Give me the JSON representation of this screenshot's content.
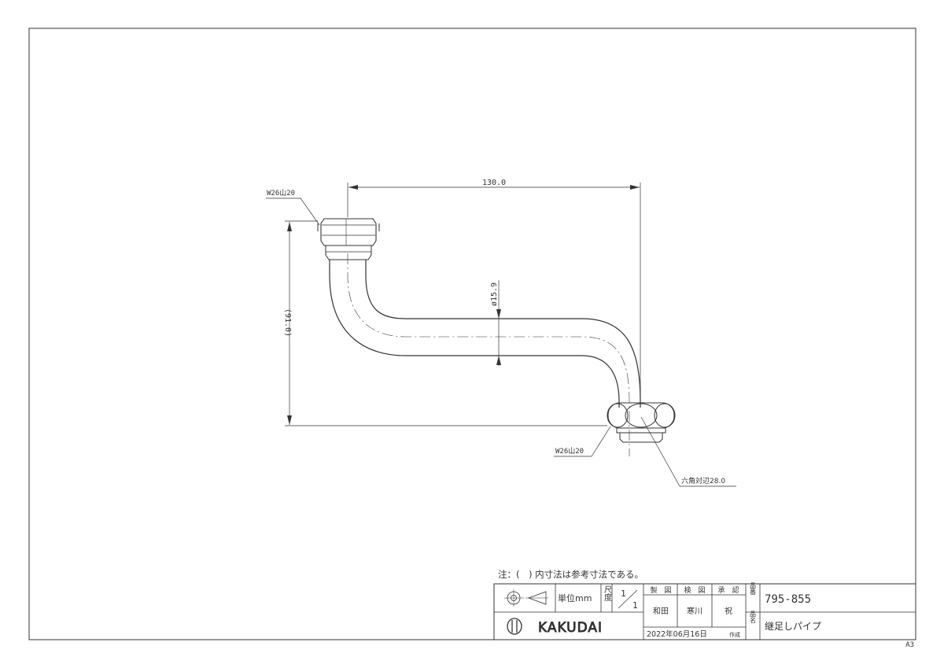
{
  "drawing": {
    "dimensions": {
      "length": "130.0",
      "height": "(91.0)",
      "pipe_diameter": "ø15.9"
    },
    "callouts": {
      "top_thread": "W26山20",
      "bottom_thread": "W26山20",
      "hex": "六角対辺28.0"
    },
    "note": "注：(　) 内寸法は参考寸法である。",
    "sheet_size": "A3"
  },
  "title_block": {
    "unit_label": "単位mm",
    "scale_label": "尺度",
    "scale_num": "1",
    "scale_den": "1",
    "made_label": "製　図",
    "checked_label": "検　図",
    "approved_label": "承　認",
    "made_by": "和田",
    "checked_by": "寒川",
    "approved_by": "祝",
    "date_text": "2022年06月16日",
    "created_label": "作成",
    "part_no_label": "品番",
    "part_no": "795-855",
    "part_name_label": "品名",
    "part_name": "継足しパイプ",
    "logo_text": "KAKUDAI"
  },
  "colors": {
    "line": "#333333",
    "background": "#ffffff"
  }
}
